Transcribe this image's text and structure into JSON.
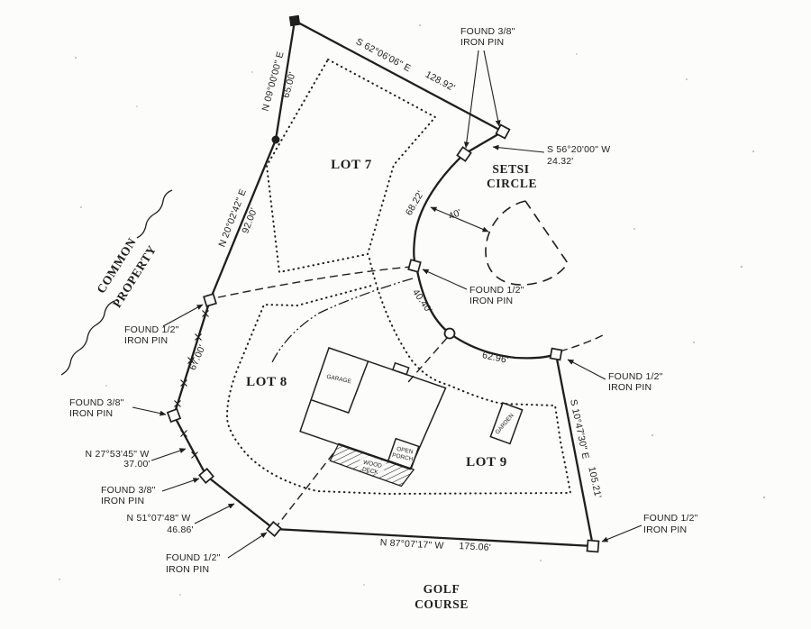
{
  "colors": {
    "ink": "#1e1e1e",
    "paper": "#fcfcfa"
  },
  "lots": {
    "lot7": "LOT 7",
    "lot8": "LOT 8",
    "lot9": "LOT 9"
  },
  "streets": {
    "setsi1": "SETSI",
    "setsi2": "CIRCLE"
  },
  "adjoiners": {
    "golf1": "GOLF",
    "golf2": "COURSE",
    "common1": "COMMON",
    "common2": "PROPERTY"
  },
  "house": {
    "garage": "GARAGE",
    "porch1": "OPEN",
    "porch2": "PORCH",
    "deck1": "WOOD",
    "deck2": "DECK",
    "garden": "GARDEN"
  },
  "courses": {
    "n09b": "N 09°00'00\" E",
    "n09d": "65.00'",
    "n20b": "N 20°02'42\" E",
    "n20d": "92.00'",
    "s62b": "S 62°06'06\" E",
    "s62d": "128.92'",
    "s56b": "S 56°20'00\" W",
    "s56d": "24.32'",
    "arc1": "68.22'",
    "arc2": "40.40'",
    "arc3": "62.96'",
    "s10b": "S 10°47'30\" E",
    "s10d": "105.21'",
    "n87b": "N 87°07'17\" W",
    "n87d": "175.06'",
    "n51b": "N 51°07'48\" W",
    "n51d": "46.86'",
    "n27b": "N 27°53'45\" W",
    "n27d": "37.00'",
    "fence": "67.00'",
    "cul_radius": "40'"
  },
  "pin_labels": {
    "top1": "FOUND 3/8\"",
    "top2": "IRON PIN",
    "cul1": "FOUND 1/2\"",
    "cul2": "IRON PIN",
    "right1": "FOUND 1/2\"",
    "right2": "IRON PIN",
    "br1": "FOUND 1/2\"",
    "br2": "IRON PIN",
    "bottom1": "FOUND 1/2\"",
    "bottom2": "IRON PIN",
    "ll1": "FOUND 3/8\"",
    "ll2": "IRON PIN",
    "left1": "FOUND 3/8\"",
    "left2": "IRON PIN",
    "ul1": "FOUND 1/2\"",
    "ul2": "IRON PIN"
  }
}
